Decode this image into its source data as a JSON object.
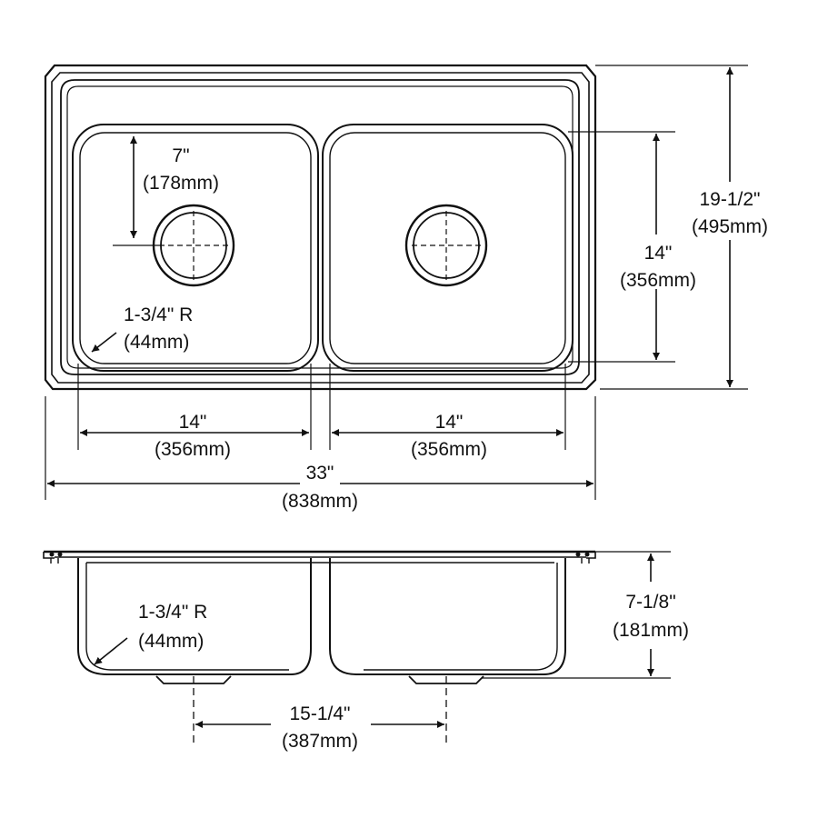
{
  "colors": {
    "line": "#111111",
    "background": "#ffffff"
  },
  "top_view": {
    "bowl_depth_to_drain": {
      "imperial": "7\"",
      "metric": "(178mm)"
    },
    "corner_radius": {
      "imperial": "1-3/4\" R",
      "metric": "(44mm)"
    },
    "left_bowl_width": {
      "imperial": "14\"",
      "metric": "(356mm)"
    },
    "right_bowl_width": {
      "imperial": "14\"",
      "metric": "(356mm)"
    },
    "bowl_length": {
      "imperial": "14\"",
      "metric": "(356mm)"
    },
    "overall_width": {
      "imperial": "33\"",
      "metric": "(838mm)"
    },
    "overall_length": {
      "imperial": "19-1/2\"",
      "metric": "(495mm)"
    }
  },
  "side_view": {
    "corner_radius": {
      "imperial": "1-3/4\" R",
      "metric": "(44mm)"
    },
    "depth": {
      "imperial": "7-1/8\"",
      "metric": "(181mm)"
    },
    "drain_spacing": {
      "imperial": "15-1/4\"",
      "metric": "(387mm)"
    }
  }
}
